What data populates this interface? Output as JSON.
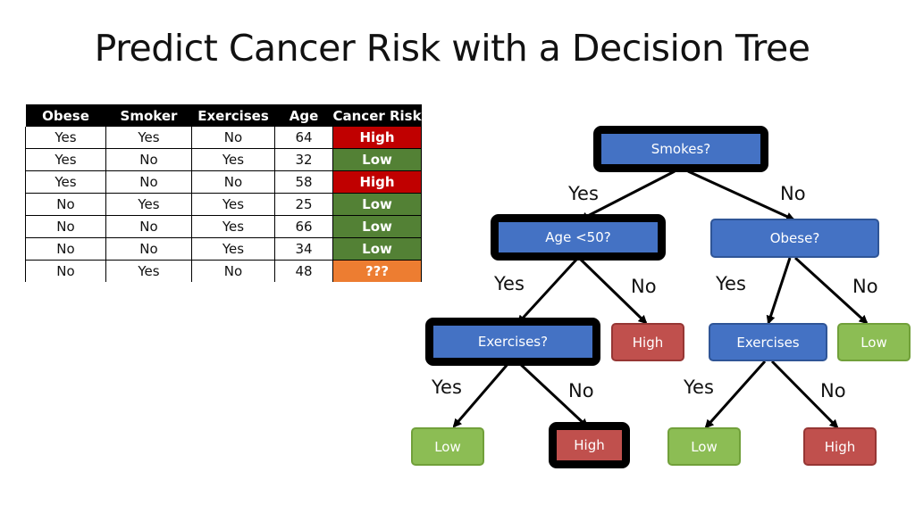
{
  "title": "Predict Cancer Risk with a Decision Tree",
  "table": {
    "headers": [
      "Obese",
      "Smoker",
      "Exercises",
      "Age",
      "Cancer Risk"
    ],
    "rows": [
      [
        "Yes",
        "Yes",
        "No",
        "64",
        "High"
      ],
      [
        "Yes",
        "No",
        "Yes",
        "32",
        "Low"
      ],
      [
        "Yes",
        "No",
        "No",
        "58",
        "High"
      ],
      [
        "No",
        "Yes",
        "Yes",
        "25",
        "Low"
      ],
      [
        "No",
        "No",
        "Yes",
        "66",
        "Low"
      ],
      [
        "No",
        "No",
        "Yes",
        "34",
        "Low"
      ],
      [
        "No",
        "Yes",
        "No",
        "48",
        "???"
      ]
    ]
  },
  "colors": {
    "risk_high": "#c00000",
    "risk_low": "#538135",
    "risk_unknown": "#ed7d31",
    "question_node": "#4472c4",
    "leaf_low": "#8cbd54",
    "leaf_high": "#c0504d",
    "highlight_border": "#000000"
  },
  "tree": {
    "root": "Smokes?",
    "age_node": "Age <50?",
    "obese_node": "Obese?",
    "exercises_left": "Exercises?",
    "exercises_right": "Exercises",
    "leaf_age_no": "High",
    "leaf_obese_no": "Low",
    "leaf_ex_left_yes": "Low",
    "leaf_ex_left_no": "High",
    "leaf_ex_right_yes": "Low",
    "leaf_ex_right_no": "High",
    "yes": "Yes",
    "no": "No",
    "highlighted_path": [
      "Smokes?",
      "Age <50?",
      "Exercises?",
      "High"
    ]
  }
}
